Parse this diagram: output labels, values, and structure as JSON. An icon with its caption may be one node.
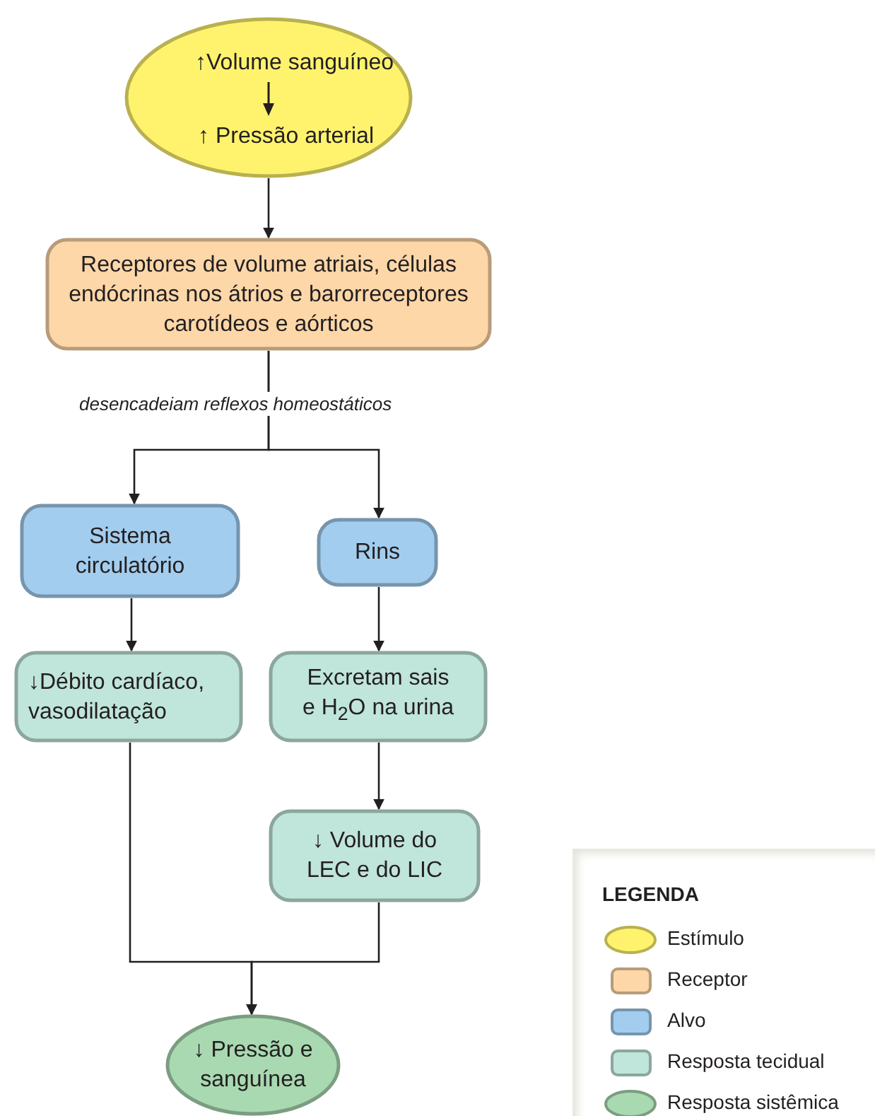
{
  "diagram": {
    "nodes": [
      {
        "text": [
          "↑Volume sanguíneo",
          "↑ Pressão arterial"
        ]
      },
      {
        "text": [
          "Receptores de volume atriais, células endócrinas nos átrios e barorreceptores carotídeos e aórticos"
        ]
      },
      {
        "text": [
          "Sistema circulatório"
        ]
      },
      {
        "text": [
          "Rins"
        ]
      },
      {
        "text": [
          "↓Débito cardíaco, vasodilatação"
        ]
      },
      {
        "text": [
          "Excretam sais e H$_{2}$O na urina"
        ]
      },
      {
        "text": [
          "↓ Volume do LEC e do LIC"
        ]
      },
      {
        "text": [
          "↓ Pressão e sanguínea"
        ]
      }
    ],
    "edges": [
      {
        "from": 0,
        "to": 1,
        "arrow": "to"
      },
      {
        "from": 1,
        "to": 2,
        "arrow": "to"
      },
      {
        "from": 1,
        "to": 3,
        "arrow": "to"
      },
      {
        "from": 2,
        "to": 4,
        "arrow": "to"
      },
      {
        "from": 3,
        "to": 5,
        "arrow": "to"
      },
      {
        "from": 5,
        "to": 6,
        "arrow": "to"
      },
      {
        "from": 4,
        "to": 7,
        "arrow": "to"
      },
      {
        "from": 6,
        "to": 7,
        "arrow": "to"
      }
    ],
    "labels": [
      "desencadeiam reflexos homeostáticos",
      "LEGENDA"
    ],
    "legend": [
      {
        "text": "Estímulo",
        "color": "#fff36e"
      },
      {
        "text": "Receptor",
        "color": "#fdd7a8"
      },
      {
        "text": "Alvo",
        "color": "#a3cdee"
      },
      {
        "text": "Resposta tecidual",
        "color": "#c0e5da"
      },
      {
        "text": "Resposta sistêmica",
        "color": "#a9d9b1"
      }
    ]
  }
}
